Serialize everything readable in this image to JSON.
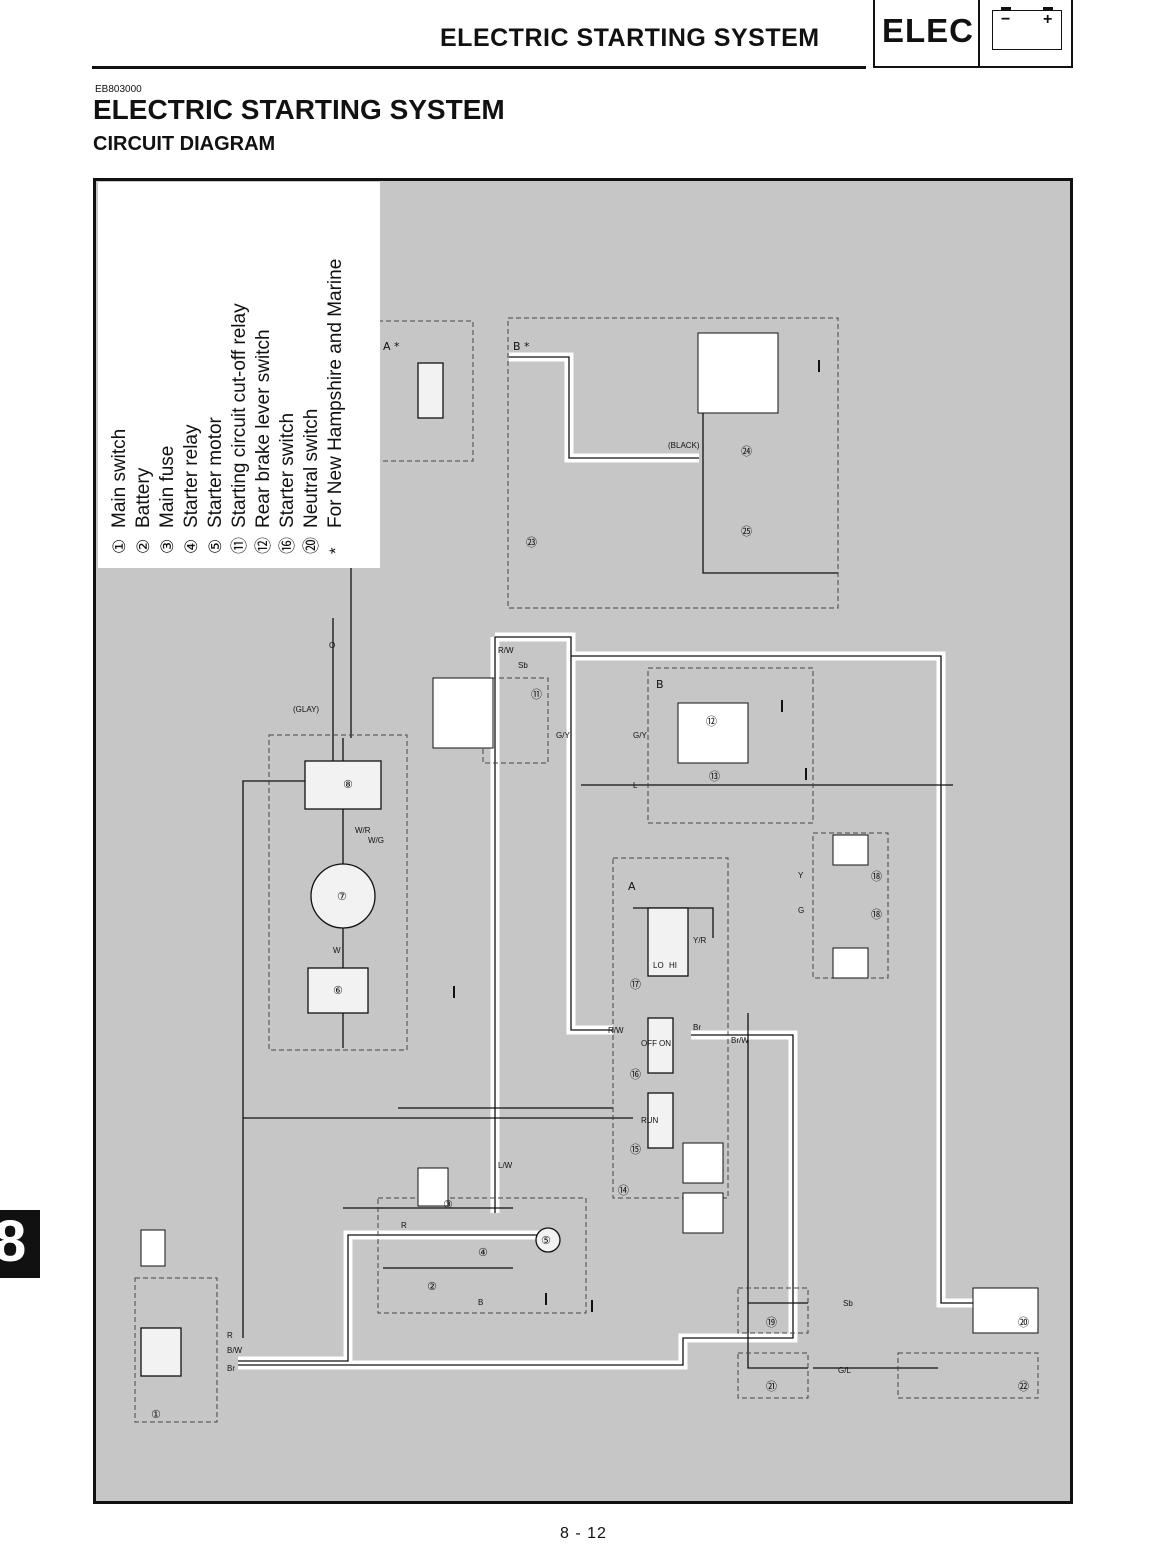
{
  "header": {
    "title": "ELECTRIC STARTING SYSTEM",
    "section": "ELEC",
    "battery_minus": "−",
    "battery_plus": "+"
  },
  "doc": {
    "code": "EB803000",
    "title": "ELECTRIC STARTING SYSTEM",
    "subtitle": "CIRCUIT DIAGRAM",
    "page_number": "8 - 12",
    "side_tab": "8"
  },
  "legend": [
    {
      "num": "①",
      "label": "Main switch"
    },
    {
      "num": "②",
      "label": "Battery"
    },
    {
      "num": "③",
      "label": "Main fuse"
    },
    {
      "num": "④",
      "label": "Starter relay"
    },
    {
      "num": "⑤",
      "label": "Starter motor"
    },
    {
      "num": "⑪",
      "label": "Starting circuit cut-off relay"
    },
    {
      "num": "⑫",
      "label": "Rear brake lever switch"
    },
    {
      "num": "⑯",
      "label": "Starter switch"
    },
    {
      "num": "⑳",
      "label": "Neutral switch"
    },
    {
      "num": "*",
      "label": "For New Hampshire and Marine"
    }
  ],
  "diagram": {
    "component_numbers": {
      "main_switch": "①",
      "battery": "②",
      "main_fuse": "③",
      "starter_relay": "④",
      "starter_motor": "⑤",
      "c6": "⑥",
      "c7": "⑦",
      "c8": "⑧",
      "cutoff_relay": "⑪",
      "rear_brake": "⑫",
      "c13": "⑬",
      "c14": "⑭",
      "c15": "⑮",
      "starter_switch": "⑯",
      "c17": "⑰",
      "c18": "⑱",
      "c19": "⑲",
      "neutral_switch": "⑳",
      "c21": "㉑",
      "c22": "㉒",
      "c23": "㉓",
      "c24": "㉔",
      "c25": "㉕"
    },
    "region_labels": {
      "a": "A",
      "b": "B",
      "a_star": "A *",
      "b_star": "B *"
    },
    "wire_labels": {
      "r": "R",
      "b": "B",
      "bw": "B/W",
      "br": "Br",
      "rw": "R/W",
      "lw": "L/W",
      "gy": "G/Y",
      "sb": "Sb",
      "l": "L",
      "y": "Y",
      "g": "G",
      "yr": "Y/R",
      "brw": "Br/W",
      "gl": "G/L",
      "o": "O",
      "w": "W",
      "wr": "W/R",
      "wg": "W/G"
    },
    "switch_labels": {
      "off": "OFF",
      "on": "ON",
      "run": "RUN",
      "lo": "LO",
      "hi": "HI"
    },
    "connector_notes": {
      "gray": "(GLAY)",
      "black": "(BLACK)"
    }
  }
}
